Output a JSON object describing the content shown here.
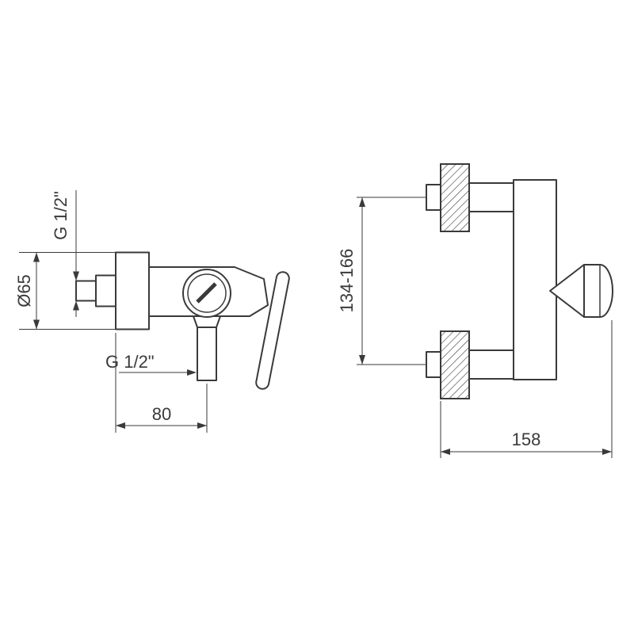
{
  "colors": {
    "ink": "#3a3a3a",
    "paper": "#ffffff"
  },
  "drawing": {
    "side_view": {
      "inlet_thread_label": "G 1/2\"",
      "flange_diameter_label": "Ø65",
      "outlet_thread_label": "G 1/2\"",
      "wall_to_outlet_label": "80"
    },
    "front_view": {
      "connection_spacing_label": "134-166",
      "overall_width_label": "158"
    }
  }
}
